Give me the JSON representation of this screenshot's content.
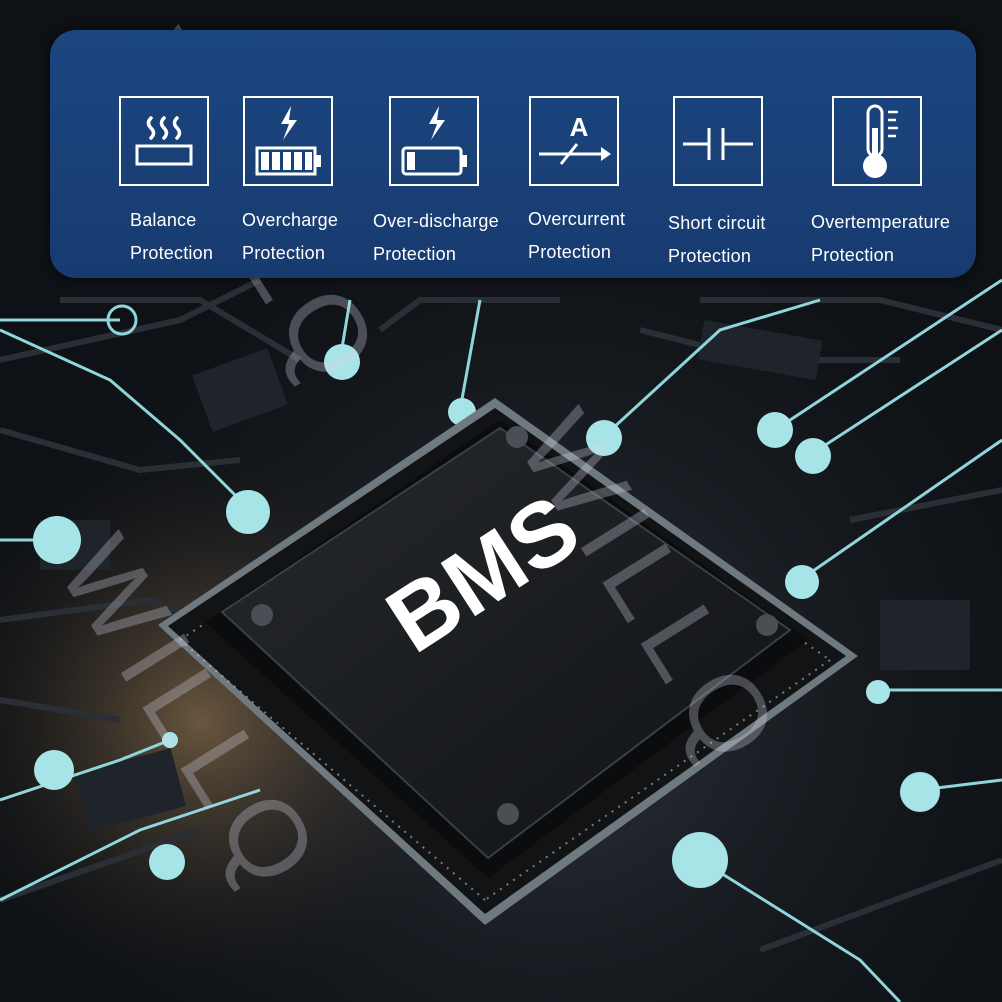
{
  "chip_label": "BMS",
  "watermark": "WILLQ",
  "features": [
    {
      "icon": "balance-heat-icon",
      "line1": "Balance",
      "line2": "Protection"
    },
    {
      "icon": "overcharge-battery-icon",
      "line1": "Overcharge",
      "line2": "Protection"
    },
    {
      "icon": "overdischarge-battery-icon",
      "line1": "Over-discharge",
      "line2": "Protection"
    },
    {
      "icon": "overcurrent-icon",
      "line1": "Overcurrent",
      "line2": "Protection",
      "icon_letter": "A"
    },
    {
      "icon": "short-circuit-icon",
      "line1": "Short circuit",
      "line2": "Protection"
    },
    {
      "icon": "thermometer-icon",
      "line1": "Overtemperature",
      "line2": "Protection"
    }
  ],
  "colors": {
    "panel": "#1c4680",
    "accent_cyan": "#8fd6dc",
    "chip_body": "#1a1c1f",
    "background": "#0d1014"
  }
}
